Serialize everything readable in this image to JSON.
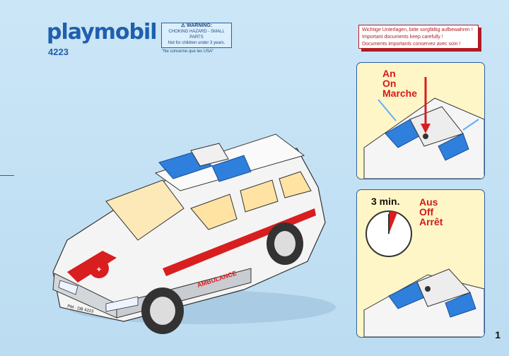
{
  "brand": {
    "logo": "playmobil",
    "product_number": "4223"
  },
  "warning": {
    "title": "WARNING:",
    "line1": "CHOKING HAZARD - SMALL PARTS",
    "line2": "Not for children under 3 years.",
    "usa_note": "\"Ne concerne que les USA\""
  },
  "notice": {
    "de": "Wichtige Unterlagen, bitte sorgfältig aufbewahren !",
    "en": "Important documents keep carefully !",
    "fr": "Documents importants conservez avec soin !"
  },
  "step_on": {
    "de": "An",
    "en": "On",
    "fr": "Marche"
  },
  "step_off": {
    "timer": "3 min.",
    "de": "Aus",
    "en": "Off",
    "fr": "Arrêt"
  },
  "vehicle": {
    "side_text": "AMBULANCE",
    "plate": "PM · DB 4223"
  },
  "page_number": "1",
  "colors": {
    "brand_blue": "#1f5fae",
    "accent_red": "#d21b1b",
    "panel_bg": "#fff6c7",
    "beacon_blue": "#2f7fdc"
  }
}
